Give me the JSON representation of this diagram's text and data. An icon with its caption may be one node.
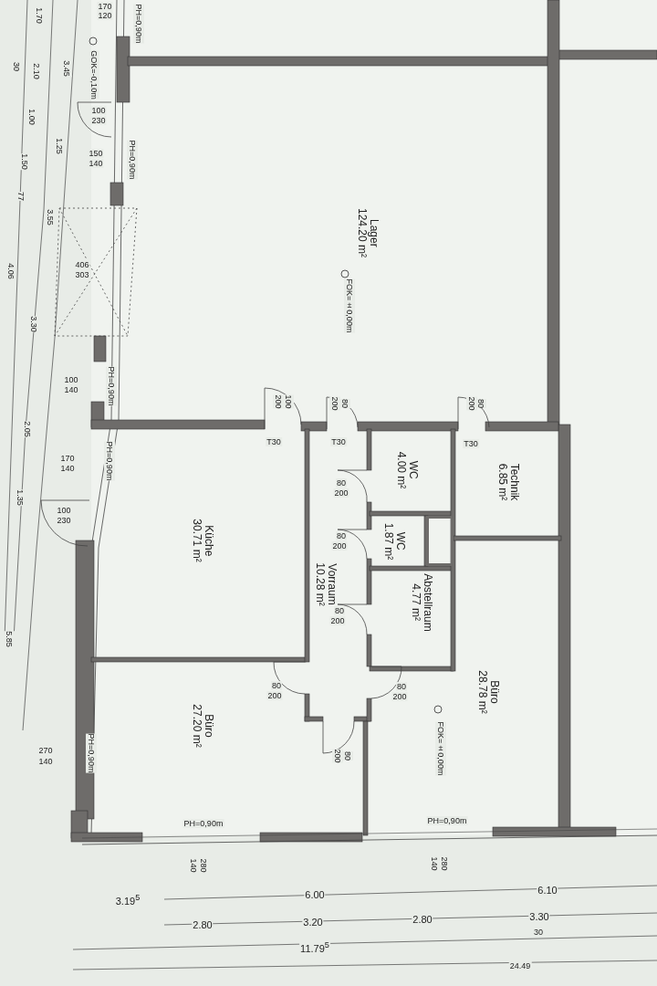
{
  "diagram": {
    "nodes": [
      {
        "text": [
          "Lager",
          "124.20 m²"
        ]
      },
      {
        "text": [
          "WC",
          "4.00 m²"
        ]
      },
      {
        "text": [
          "Technik",
          "6.85 m²"
        ]
      },
      {
        "text": [
          "Küche",
          "30.71 m²"
        ]
      },
      {
        "text": [
          "WC",
          "1.87 m²"
        ]
      },
      {
        "text": [],
        "shape": "box"
      },
      {
        "text": [
          "Vorraum",
          "10.28 m²"
        ]
      },
      {
        "text": [
          "Abstellraum",
          "4.77 m²"
        ]
      },
      {
        "text": [
          "Büro",
          "28.78 m²"
        ]
      },
      {
        "text": [
          "Büro",
          "27.20 m²"
        ]
      }
    ],
    "edges": [],
    "labels": [
      "170",
      "120",
      "PH=0,90m",
      "1.70",
      "30",
      "2.10",
      "3.45",
      "GOK=-0,10m",
      "100",
      "230",
      "1.00",
      "1.25",
      "150",
      "140",
      "PH=0,90m",
      "1.50",
      "77",
      "3.55",
      "406",
      "303",
      "4.06",
      "FOK=±0,00m",
      "3.30",
      "100",
      "140",
      "PH=0,90m",
      "200",
      "100",
      "200",
      "80",
      "200",
      "80",
      "2.05",
      "T30",
      "T30",
      "T30",
      "170",
      "140",
      "PH=0,90m",
      "80",
      "200",
      "1.35",
      "100",
      "230",
      "80",
      "200",
      "80",
      "200",
      "5.85",
      "80",
      "200",
      "80",
      "200",
      "FOK=±0,00m",
      "270",
      "140",
      "PH=0,90m",
      "200",
      "80",
      "PH=0,90m",
      "PH=0,90m",
      "140",
      "280",
      "140",
      "280",
      "3.19$^{5}$",
      "6.00",
      "6.10",
      "2.80",
      "3.20",
      "2.80",
      "3.30",
      "30",
      "11.79$^{5}$",
      "24.49"
    ]
  }
}
